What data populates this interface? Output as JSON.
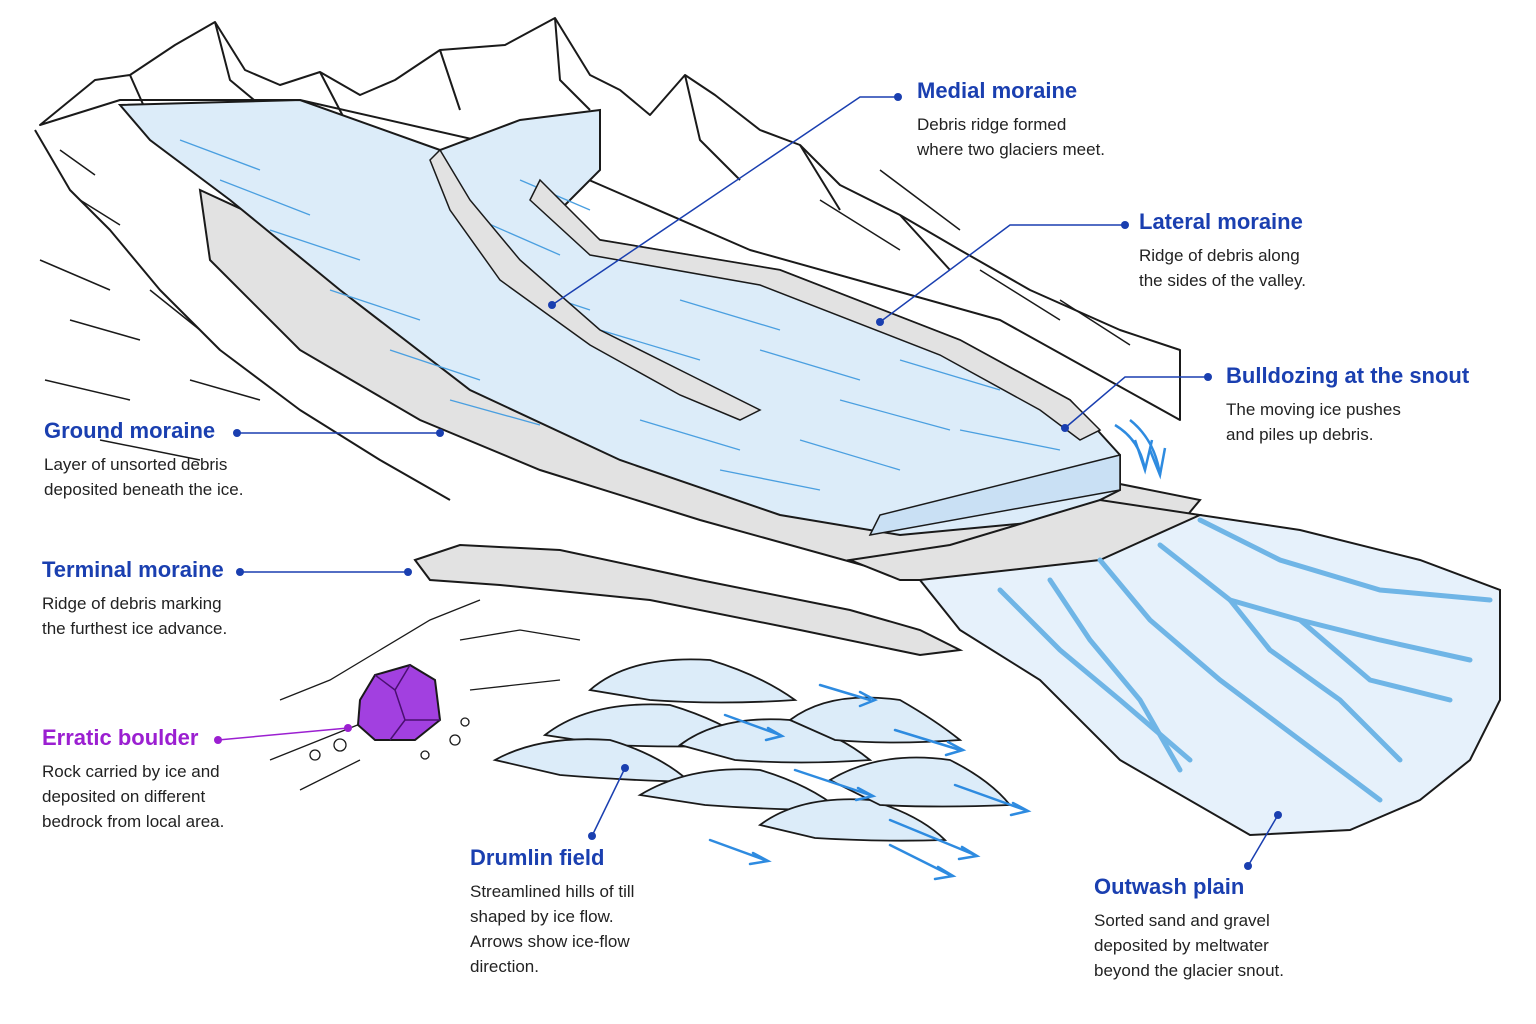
{
  "colors": {
    "label_blue": "#1a3fb0",
    "erratic_purple": "#9b1fd1",
    "ice": "#dcecf9",
    "meltwater": "#6fb5e6",
    "flow_arrow": "#2e8be0",
    "debris": "#d6d6d6",
    "line_ink": "#1a1a1a"
  },
  "labels": {
    "medial": {
      "title": "Medial moraine",
      "desc": "Debris ridge formed\nwhere two glaciers meet."
    },
    "lateral": {
      "title": "Lateral moraine",
      "desc": "Ridge of debris along\nthe sides of the valley."
    },
    "bulldozing": {
      "title": "Bulldozing at the snout",
      "desc": "The moving ice pushes\nand piles up debris."
    },
    "ground": {
      "title": "Ground moraine",
      "desc": "Layer of unsorted debris\ndeposited beneath the ice."
    },
    "terminal": {
      "title": "Terminal moraine",
      "desc": "Ridge of debris marking\nthe furthest ice advance."
    },
    "erratic": {
      "title": "Erratic boulder",
      "desc": "Rock carried by ice and\ndeposited on different\nbedrock from local area."
    },
    "drumlin": {
      "title": "Drumlin field",
      "desc": "Streamlined hills of till\nshaped by ice flow.\nArrows show ice-flow\ndirection."
    },
    "outwash": {
      "title": "Outwash plain",
      "desc": "Sorted sand and gravel\ndeposited by meltwater\nbeyond the glacier snout."
    }
  },
  "icons": [
    "mountain-range",
    "glacier-ice",
    "erratic-boulder",
    "drumlin",
    "ice-flow-arrow",
    "meltwater-channel"
  ]
}
